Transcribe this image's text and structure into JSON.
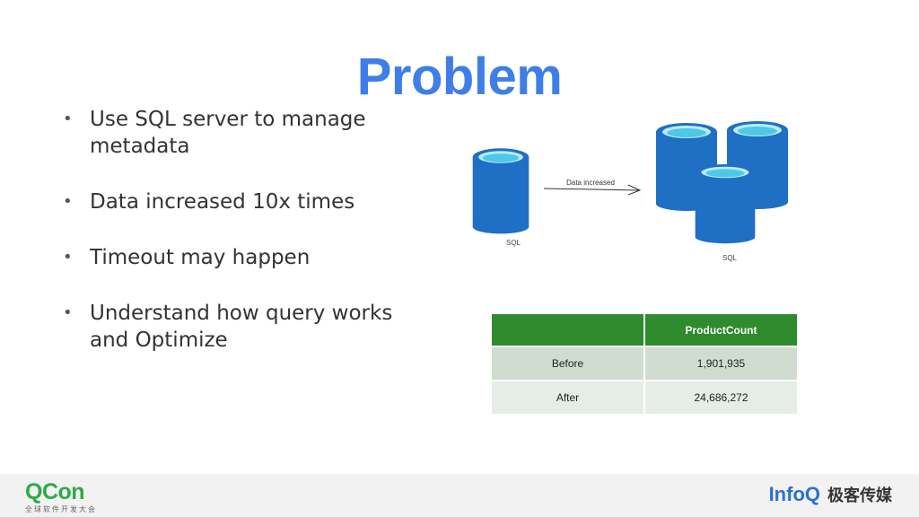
{
  "slide": {
    "title": "Problem",
    "bullets": [
      "Use SQL server to manage metadata",
      "Data increased 10x times",
      "Timeout may happen",
      "Understand how query works and Optimize"
    ],
    "bullet_symbol": "•"
  },
  "diagram": {
    "arrow_label": "Data increased",
    "left_label": "SQL",
    "right_label": "SQL",
    "colors": {
      "cylinder": "#1f6fc5",
      "top": "#4fc8e8",
      "rim": "#b9ecf7"
    }
  },
  "table": {
    "headers": [
      "",
      "ProductCount"
    ],
    "rows": [
      [
        "Before",
        "1,901,935"
      ],
      [
        "After",
        "24,686,272"
      ]
    ]
  },
  "footer": {
    "qcon_logo": "QCon",
    "qcon_sub": "全球软件开发大会",
    "infoq_brand": "InfoQ",
    "infoq_cn": "极客传媒"
  }
}
